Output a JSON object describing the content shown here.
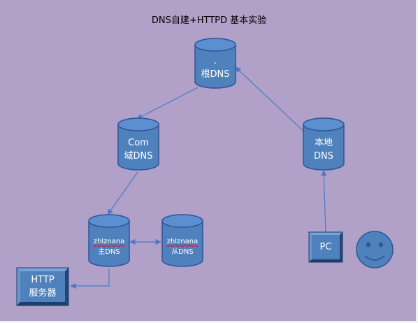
{
  "title": "DNS自建+HTTPD  基本实验",
  "colors": {
    "background": "#b1a0c7",
    "node_fill": "#4f81bd",
    "node_top": "#5b8fd0",
    "node_stroke": "#2f5597",
    "edge": "#4a7ac8",
    "label_text": "#ffffff"
  },
  "nodes": {
    "root_dns": {
      "line1": ".",
      "line2": "根DNS",
      "shape": "cylinder"
    },
    "com_dns": {
      "line1": "Com",
      "line2": "域DNS",
      "shape": "cylinder"
    },
    "local_dns": {
      "line1": "本地",
      "line2": "DNS",
      "shape": "cylinder"
    },
    "master_dns": {
      "line1": "zhlznana",
      "line2": "主DNS",
      "shape": "cylinder"
    },
    "slave_dns": {
      "line1": "zhlznana",
      "line2": "从DNS",
      "shape": "cylinder"
    },
    "http_server": {
      "line1": "HTTP",
      "line2": "服务器",
      "shape": "bevel"
    },
    "pc": {
      "label": "PC",
      "shape": "bevel"
    },
    "smiley": {
      "shape": "smiley-face"
    }
  }
}
